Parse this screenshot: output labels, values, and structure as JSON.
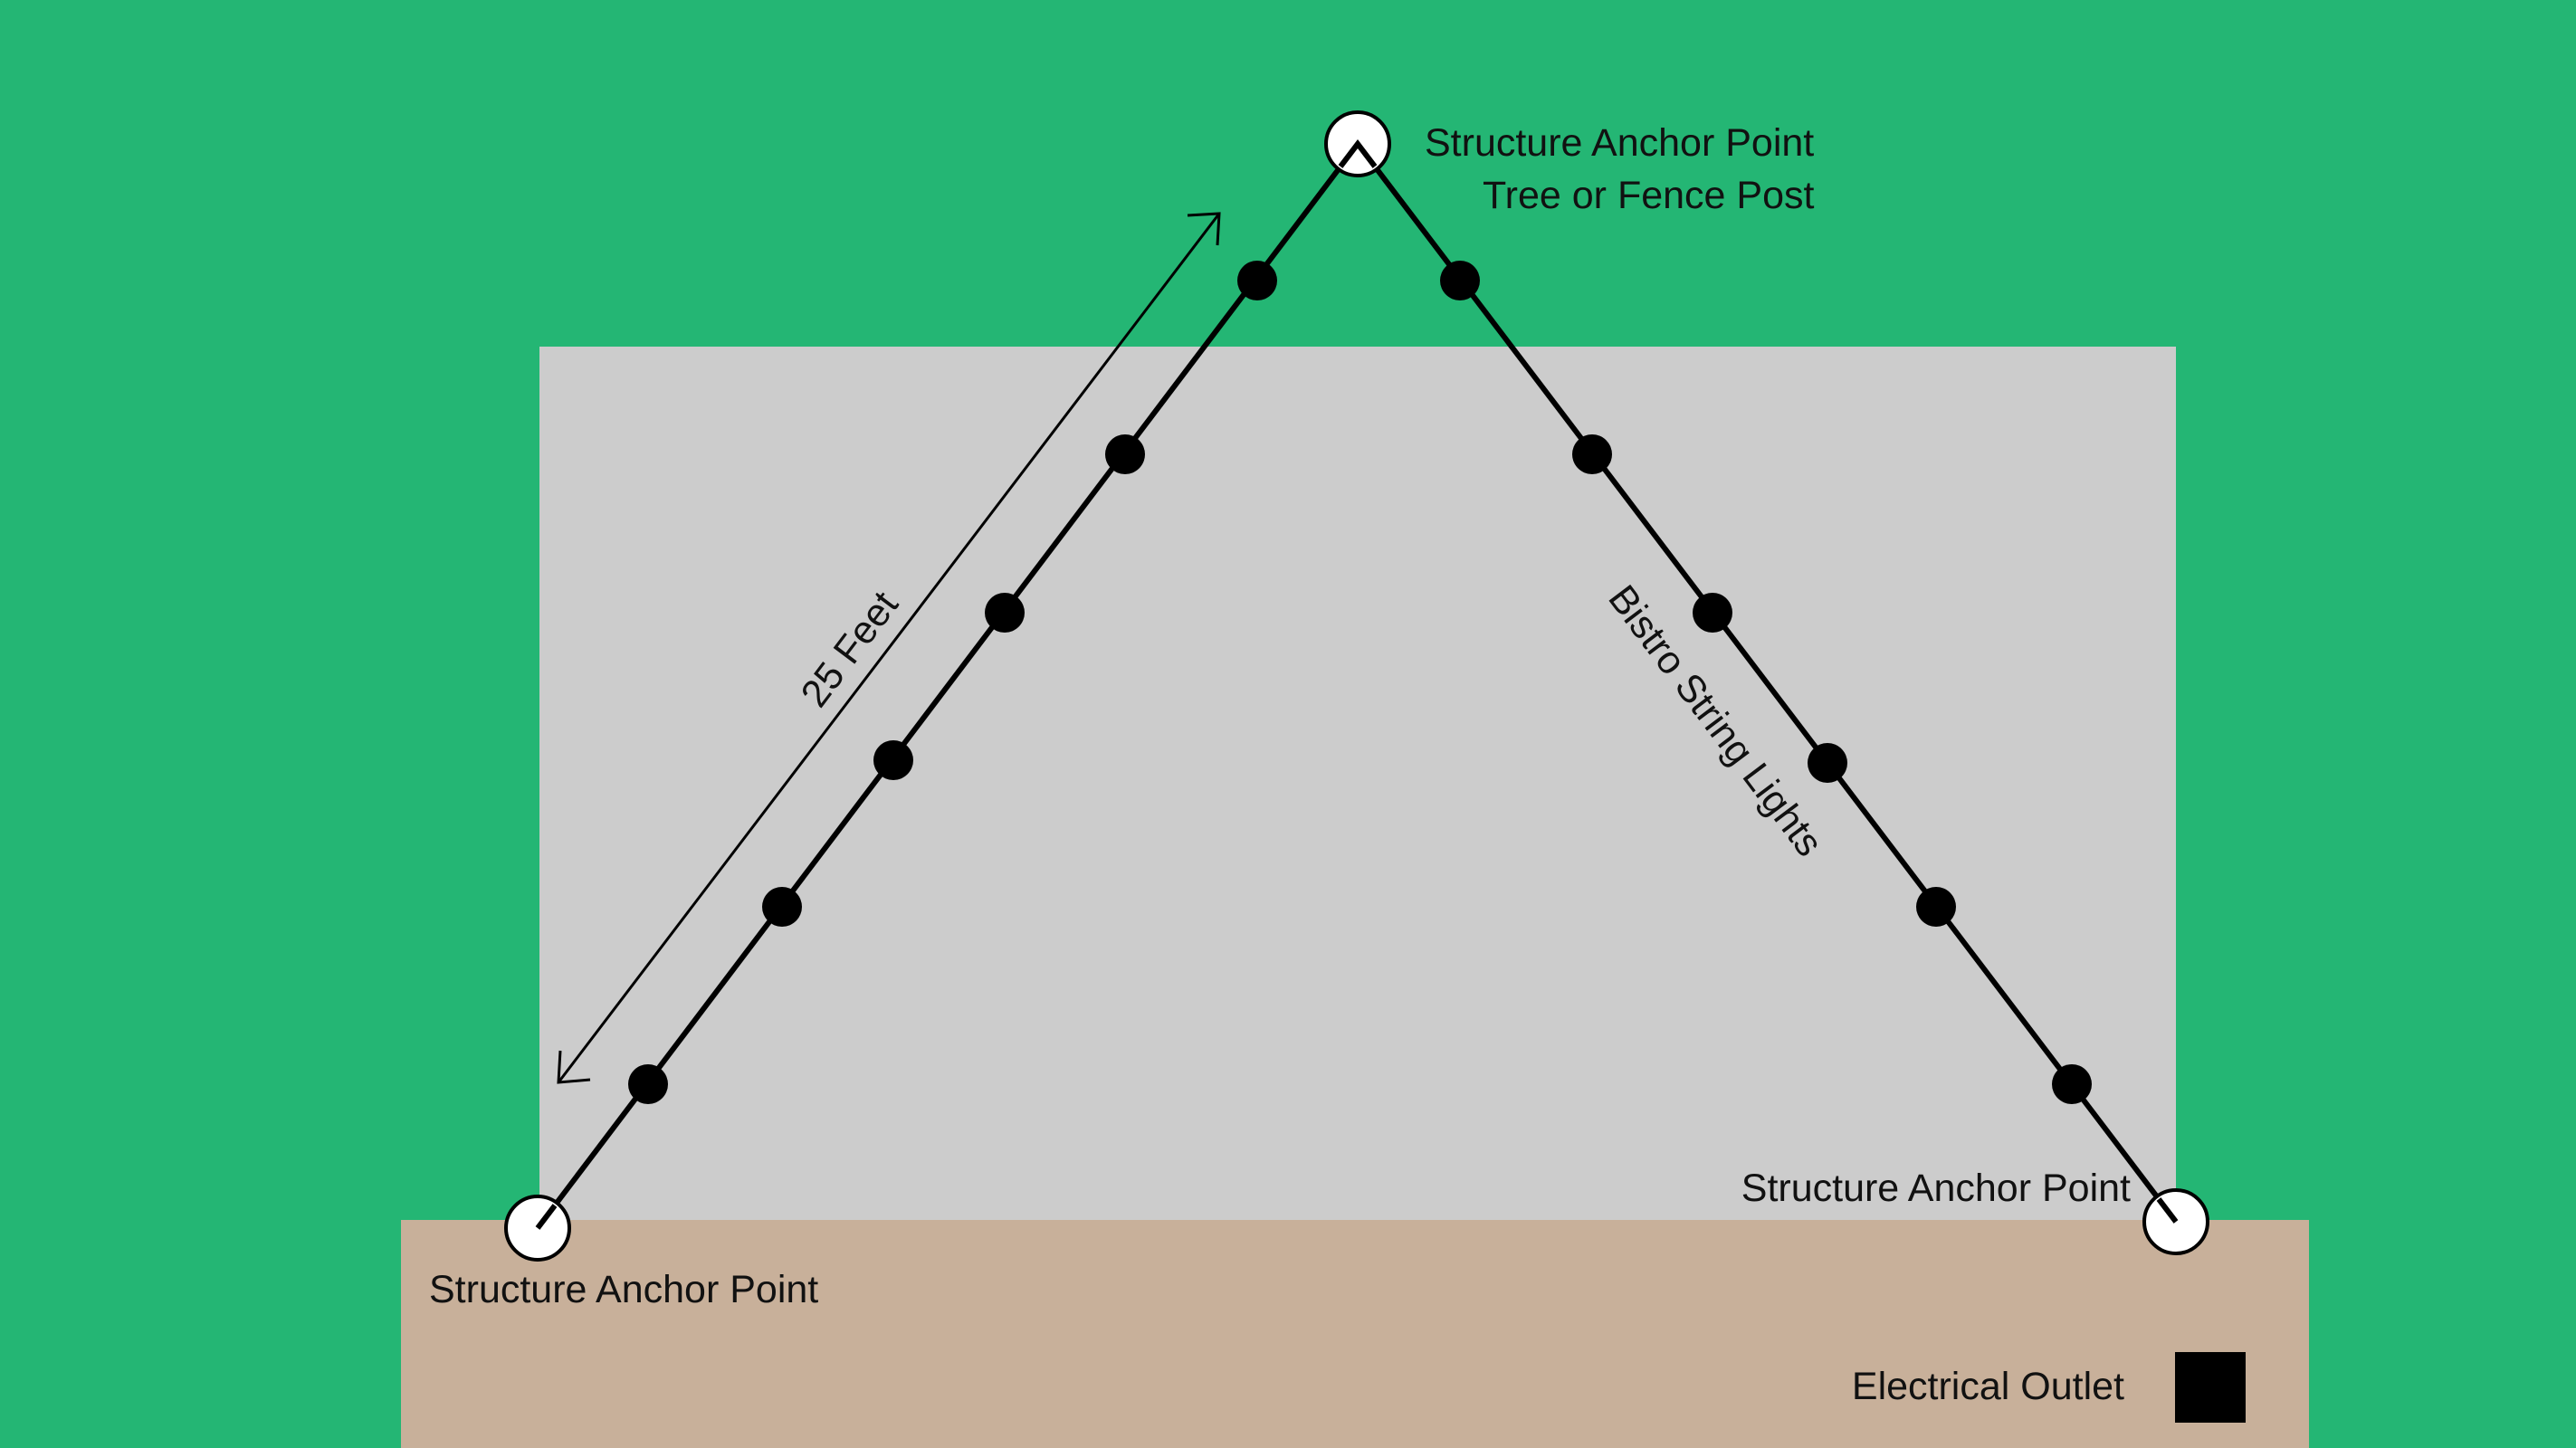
{
  "colors": {
    "background": "#24b674",
    "patio": "#cccccc",
    "house": "#c8b09a",
    "line": "#000000",
    "bulb": "#000000",
    "anchor_fill": "#ffffff",
    "outlet": "#000000"
  },
  "labels": {
    "top_anchor_line1": "Structure Anchor Point",
    "top_anchor_line2": "Tree or Fence Post",
    "left_anchor": "Structure Anchor Point",
    "right_anchor": "Structure Anchor Point",
    "length": "25 Feet",
    "lights": "Bistro String Lights",
    "outlet": "Electrical Outlet"
  },
  "icons": {
    "anchor": "anchor-point-icon",
    "bulb": "light-bulb-icon",
    "outlet": "outlet-icon"
  }
}
